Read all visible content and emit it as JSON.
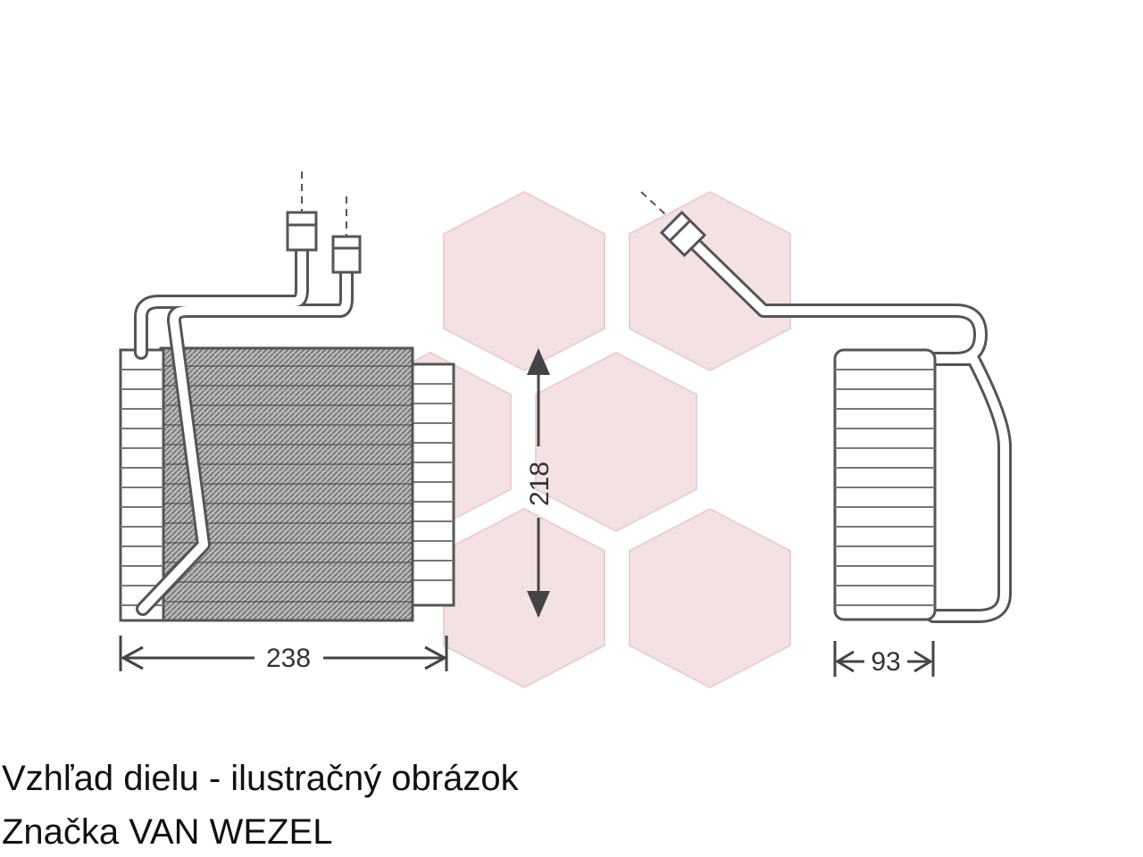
{
  "dimensions": {
    "width": "238",
    "height": "218",
    "depth": "93"
  },
  "caption": {
    "line1": "Vzhľad dielu - ilustračný obrázok",
    "line2": "Značka VAN WEZEL"
  },
  "colors": {
    "watermark": "#f3e1e4",
    "outline": "#555555",
    "core_fill": "#8a8a8a"
  }
}
